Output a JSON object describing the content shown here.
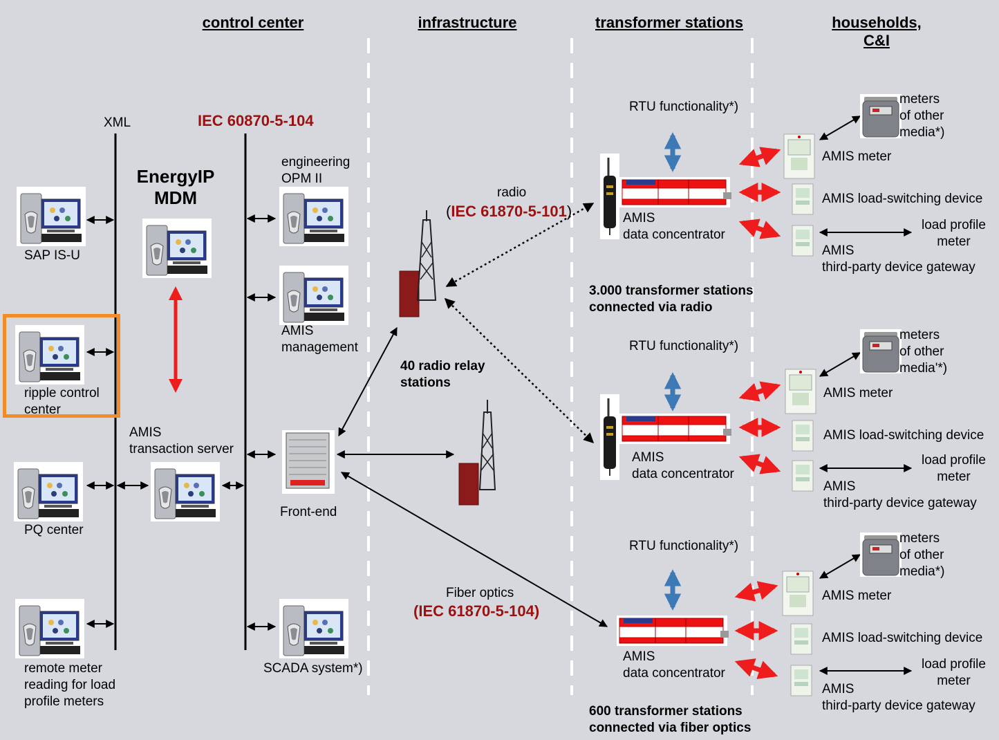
{
  "headers": {
    "control_center": "control center",
    "infrastructure": "infrastructure",
    "transformer_stations": "transformer stations",
    "households_line1": "households,",
    "households_line2": "C&I"
  },
  "buses": {
    "xml": "XML",
    "iec104": "IEC 60870-5-104"
  },
  "mdm": {
    "line1": "EnergyIP",
    "line2": "MDM"
  },
  "left_systems": {
    "sap": "SAP IS-U",
    "ripple_line1": "ripple control",
    "ripple_line2": "center",
    "pq": "PQ center",
    "remote_line1": "remote meter",
    "remote_line2": "reading for load",
    "remote_line3": "profile meters"
  },
  "transaction_server": {
    "line1": "AMIS",
    "line2": "transaction server"
  },
  "right_systems": {
    "eng_line1": "engineering",
    "eng_line2": "OPM II",
    "amis_mgmt_line1": "AMIS",
    "amis_mgmt_line2": "management",
    "frontend": "Front-end",
    "scada": "SCADA system*)"
  },
  "infrastructure": {
    "radio": "radio",
    "radio_proto_open": "(",
    "radio_proto": "IEC 61870-5-101",
    "radio_proto_close": ")",
    "relay_line1": "40 radio relay",
    "relay_line2": "stations",
    "fiber": "Fiber optics",
    "fiber_proto": "(IEC 61870-5-104)"
  },
  "stations": [
    {
      "rtu": "RTU functionality*)",
      "dc_line1": "AMIS",
      "dc_line2": "data concentrator",
      "summary_line1": "3.000 transformer stations",
      "summary_line2": "connected via radio"
    },
    {
      "rtu": "RTU functionality*)",
      "dc_line1": "AMIS",
      "dc_line2": "data concentrator",
      "summary_line1": "",
      "summary_line2": ""
    },
    {
      "rtu": "RTU functionality*)",
      "dc_line1": "AMIS",
      "dc_line2": "data concentrator",
      "summary_line1": "600 transformer stations",
      "summary_line2": "connected via fiber optics"
    }
  ],
  "households": [
    {
      "meters_line1": "meters",
      "meters_line2": "of other",
      "meters_line3": "media*)",
      "amis_meter": "AMIS meter",
      "load_switch": "AMIS load-switching device",
      "lp_line1": "load profile",
      "lp_line2": "meter",
      "gw_line1": "AMIS",
      "gw_line2": "third-party device gateway"
    },
    {
      "meters_line1": "meters",
      "meters_line2": "of other",
      "meters_line3": "media'*)",
      "amis_meter": "AMIS meter",
      "load_switch": "AMIS load-switching device",
      "lp_line1": "load profile",
      "lp_line2": "meter",
      "gw_line1": "AMIS",
      "gw_line2": "third-party device gateway"
    },
    {
      "meters_line1": "meters",
      "meters_line2": "of other",
      "meters_line3": "media*)",
      "amis_meter": "AMIS meter",
      "load_switch": "AMIS load-switching device",
      "lp_line1": "load profile",
      "lp_line2": "meter",
      "gw_line1": "AMIS",
      "gw_line2": "third-party device gateway"
    }
  ],
  "colors": {
    "background": "#d6d8dd",
    "highlight": "#f28c28",
    "protocol_red": "#9b1010",
    "arrow_red": "#ee1c1c",
    "arrow_blue": "#3d79b4",
    "tower_red": "#8b1a1a"
  }
}
